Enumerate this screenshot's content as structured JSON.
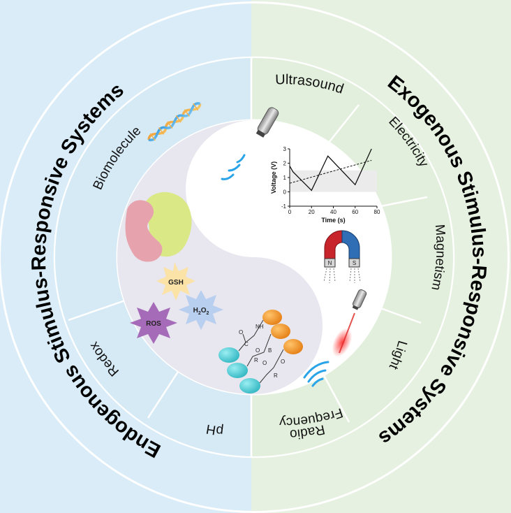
{
  "left_title": "Endogenous Stimulus-Responsive Systems",
  "right_title": "Exogenous Stimulus-Responsive Systems",
  "segments": {
    "biomolecule": "Biomolecule",
    "redox": "Redox",
    "ph": "pH",
    "ultrasound": "Ultrasound",
    "electricity": "Electricity",
    "magnetism": "Magnetism",
    "light": "Light",
    "radio_1": "Radio",
    "radio_2": "Frequency"
  },
  "badges": {
    "gsh": "GSH",
    "ros": "ROS",
    "h2o2_h": "H",
    "h2o2_2a": "2",
    "h2o2_o": "O",
    "h2o2_2b": "2"
  },
  "magnet": {
    "n": "N",
    "s": "S"
  },
  "molecule": {
    "nh": "NH",
    "o1": "O",
    "c1": "C",
    "o2": "O",
    "b": "B",
    "r1": "R",
    "o3": "O",
    "r2": "R",
    "o4": "O"
  },
  "colors": {
    "left_bg": "#d9ecf7",
    "right_bg": "#e6f1e1",
    "center": "#e8e6ee",
    "magnet_red": "#c8242c",
    "magnet_blue": "#2f6db5",
    "orange": "#f08a1c",
    "cyan": "#3fc6cf"
  },
  "chart_data": {
    "type": "line",
    "xlabel": "Time (s)",
    "ylabel": "Voltage (V)",
    "xlim": [
      0,
      80
    ],
    "ylim": [
      -1,
      3
    ],
    "xticks": [
      "0",
      "20",
      "40",
      "60",
      "80"
    ],
    "yticks": [
      "-1",
      "0",
      "1",
      "2",
      "3"
    ],
    "series": [
      {
        "values": [
          [
            0,
            1.8
          ],
          [
            3,
            1.4
          ],
          [
            20,
            0.1
          ],
          [
            35,
            2.5
          ],
          [
            60,
            0.5
          ],
          [
            75,
            3.0
          ]
        ],
        "style": "solid"
      },
      {
        "values": [
          [
            0,
            0.6
          ],
          [
            75,
            2.2
          ]
        ],
        "style": "dashed"
      }
    ]
  }
}
